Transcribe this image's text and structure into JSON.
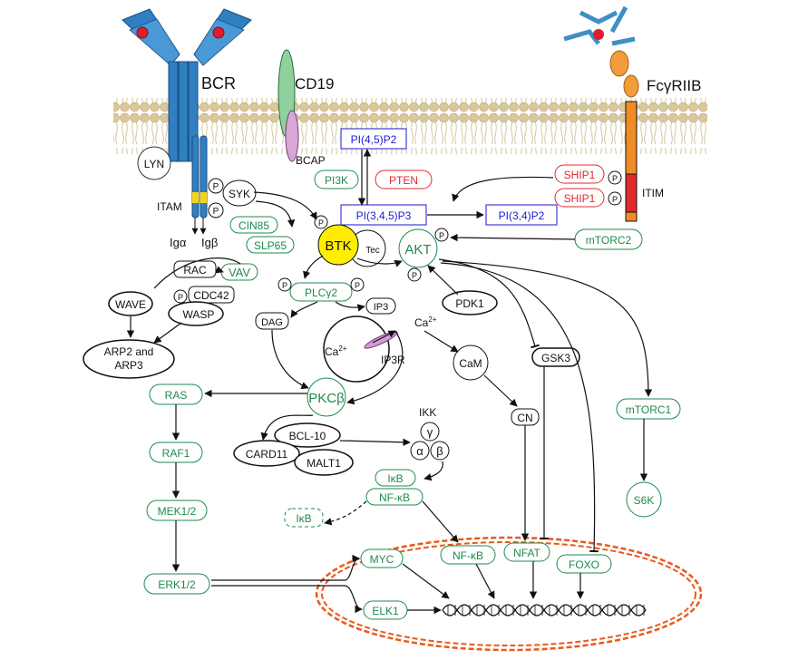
{
  "labels": {
    "bcr": "BCR",
    "cd19": "CD19",
    "fcgriib": "FcγRIIB",
    "bcap": "BCAP",
    "lyn": "LYN",
    "itam": "ITAM",
    "iga": "Igα",
    "igb": "Igβ",
    "syk": "SYK",
    "p": "P",
    "cin85": "CIN85",
    "slp65": "SLP65",
    "vav": "VAV",
    "rac": "RAC",
    "cdc42": "CDC42",
    "wave": "WAVE",
    "wasp": "WASP",
    "arp_line1": "ARP2 and",
    "arp_line2": "ARP3",
    "btk": "BTK",
    "tec": "Tec",
    "pi45p2": "PI(4,5)P2",
    "pi345p3": "PI(3,4,5)P3",
    "pi34p2": "PI(3,4)P2",
    "pi3k": "PI3K",
    "pten": "PTEN",
    "ship1": "SHIP1",
    "itim": "ITIM",
    "mtorc2": "mTORC2",
    "akt": "AKT",
    "pdk1": "PDK1",
    "plcy2": "PLCγ2",
    "ip3": "IP3",
    "dag": "DAG",
    "ca": "Ca",
    "ca_sup": "2+",
    "ip3r": "IP3R",
    "cam": "CaM",
    "gsk3": "GSK3",
    "cn": "CN",
    "mtorc1": "mTORC1",
    "s6k": "S6K",
    "pkcb": "PKCβ",
    "ras": "RAS",
    "raf1": "RAF1",
    "mek12": "MEK1/2",
    "erk12": "ERK1/2",
    "bcl10": "BCL-10",
    "card11": "CARD11",
    "malt1": "MALT1",
    "ikk": "IKK",
    "ikk_gamma": "γ",
    "ikk_alpha": "α",
    "ikk_beta": "β",
    "ikb": "IκB",
    "nfkb": "NF-κB",
    "myc": "MYC",
    "elk1": "ELK1",
    "nfat": "NFAT",
    "foxo": "FOXO"
  },
  "colors": {
    "green": "#1f8a4c",
    "red": "#e0292f",
    "blue": "#1a1ad6",
    "receptor_blue": "#2f7fc1",
    "nucleus": "#e85a1b",
    "btk_yellow": "#ffee00",
    "membrane": "#d8c89a"
  }
}
